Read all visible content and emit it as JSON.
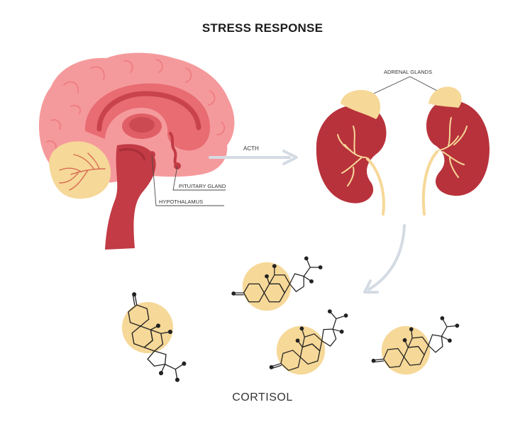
{
  "title": "STRESS RESPONSE",
  "labels": {
    "adrenal": "ADRENAL GLANDS",
    "acth": "ACTH",
    "pituitary": "PITUITARY GLAND",
    "hypothalamus": "HYPOTHALAMUS",
    "cortisol": "CORTISOL"
  },
  "colors": {
    "brain_outer": "#f59a9c",
    "brain_inner": "#e05f66",
    "brainstem": "#c23b45",
    "kidney": "#b8323c",
    "adrenal": "#f6d898",
    "molecule_circle": "#f6d898",
    "arrow": "#d5dbe3"
  }
}
